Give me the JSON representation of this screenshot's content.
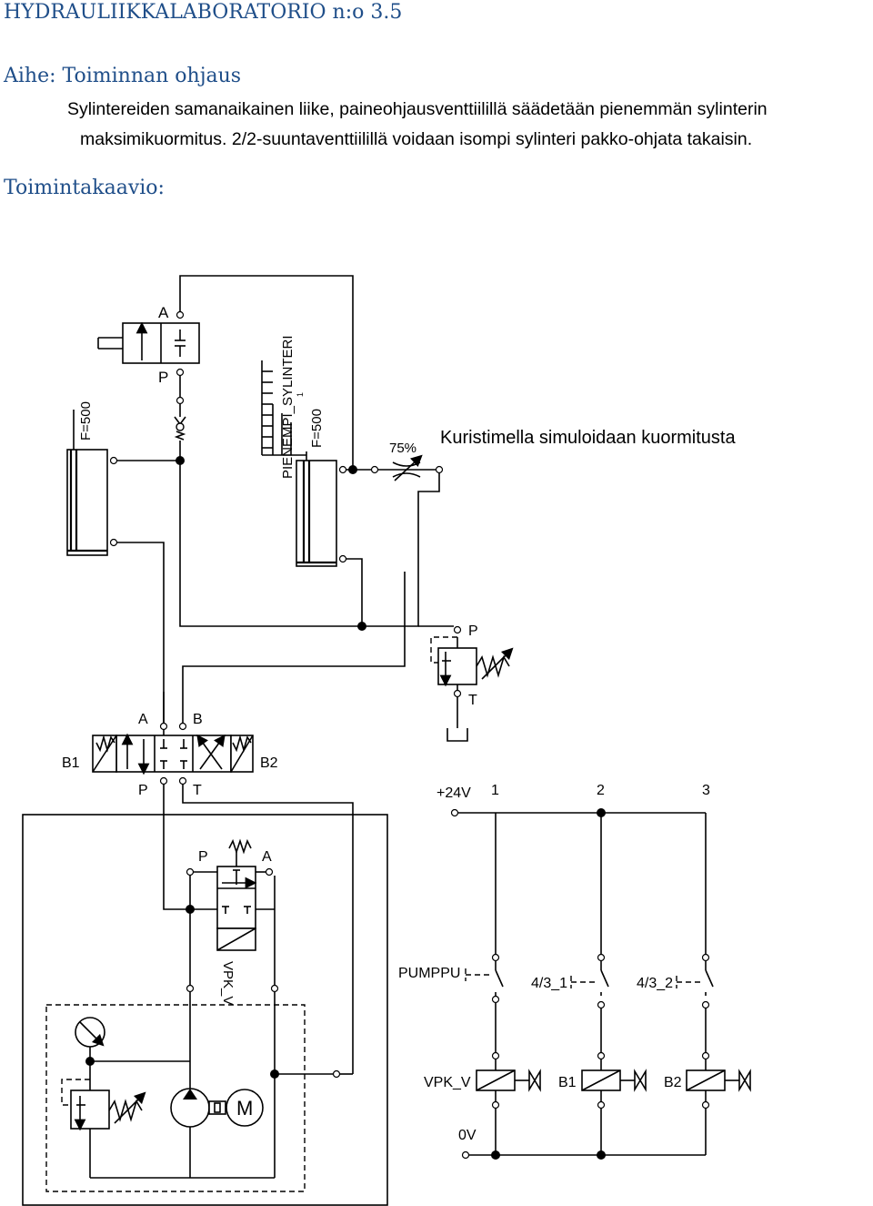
{
  "header": {
    "title": "HYDRAULIIKKALABORATORIO n:o 3.5",
    "subject": "Aihe: Toiminnan ohjaus",
    "description_line1": "Sylintereiden samanaikainen liike, paineohjausventtiilillä säädetään pienemmän sylinterin",
    "description_line2": "maksimikuormitus. 2/2-suuntaventtiilillä voidaan isompi sylinteri pakko-ohjata takaisin.",
    "flowchart_title": "Toimintakaavio:"
  },
  "hydraulic": {
    "valve_top_port_a": "A",
    "valve_top_port_p": "P",
    "cylinder_left_force": "F=500",
    "cylinder_small_force": "F=500",
    "cylinder_small_name": "PIENEMPI_SYLINTERI",
    "cylinder_small_index": "1",
    "throttle_percent": "75%",
    "throttle_note": "Kuristimella simuloidaan kuormitusta",
    "relief_port_p": "P",
    "relief_port_t": "T",
    "dir_valve_a": "A",
    "dir_valve_b": "B",
    "dir_valve_p": "P",
    "dir_valve_t": "T",
    "dir_valve_b1": "B1",
    "dir_valve_b2": "B2",
    "vpk_port_p": "P",
    "vpk_port_a": "A",
    "vpk_label": "VPK_V",
    "motor_label": "M"
  },
  "electric": {
    "supply": "+24V",
    "ground": "0V",
    "rungs": [
      "1",
      "2",
      "3"
    ],
    "switches": [
      "PUMPPU",
      "4/3_1",
      "4/3_2"
    ],
    "coils": [
      "VPK_V",
      "B1",
      "B2"
    ]
  }
}
